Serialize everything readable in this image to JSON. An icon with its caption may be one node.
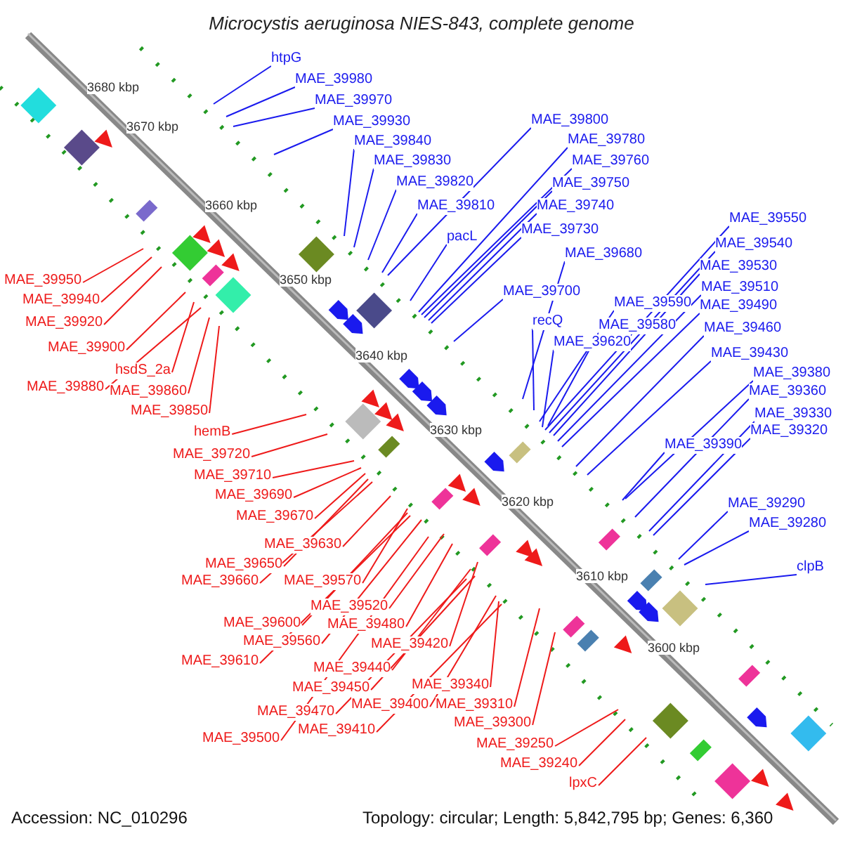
{
  "diagram": {
    "title": "Microcystis aeruginosa NIES-843, complete genome",
    "nodes": [
      {
        "text": [
          "htpG"
        ]
      },
      {
        "text": [
          "MAE_39980"
        ]
      },
      {
        "text": [
          "MAE_39970"
        ]
      },
      {
        "text": [
          "MAE_39930"
        ]
      },
      {
        "text": [
          "MAE_39800"
        ]
      },
      {
        "text": [
          "MAE_39840"
        ]
      },
      {
        "text": [
          "MAE_39780"
        ]
      },
      {
        "text": [
          "MAE_39830"
        ]
      },
      {
        "text": [
          "MAE_39760"
        ]
      },
      {
        "text": [
          "MAE_39820"
        ]
      },
      {
        "text": [
          "MAE_39750"
        ]
      },
      {
        "text": [
          "MAE_39810"
        ]
      },
      {
        "text": [
          "MAE_39740"
        ]
      },
      {
        "text": [
          "MAE_39730"
        ]
      },
      {
        "text": [
          "pacL"
        ]
      },
      {
        "text": [
          "MAE_39680"
        ]
      },
      {
        "text": [
          "MAE_39700"
        ]
      },
      {
        "text": [
          "recQ"
        ]
      },
      {
        "text": [
          "MAE_39620"
        ]
      },
      {
        "text": [
          "MAE_39550"
        ]
      },
      {
        "text": [
          "MAE_39540"
        ]
      },
      {
        "text": [
          "MAE_39530"
        ]
      },
      {
        "text": [
          "MAE_39510"
        ]
      },
      {
        "text": [
          "MAE_39590"
        ]
      },
      {
        "text": [
          "MAE_39490"
        ]
      },
      {
        "text": [
          "MAE_39580"
        ]
      },
      {
        "text": [
          "MAE_39460"
        ]
      },
      {
        "text": [
          "MAE_39430"
        ]
      },
      {
        "text": [
          "MAE_39380"
        ]
      },
      {
        "text": [
          "MAE_39360"
        ]
      },
      {
        "text": [
          "MAE_39330"
        ]
      },
      {
        "text": [
          "MAE_39320"
        ]
      },
      {
        "text": [
          "MAE_39390"
        ]
      },
      {
        "text": [
          "MAE_39290"
        ]
      },
      {
        "text": [
          "MAE_39280"
        ]
      },
      {
        "text": [
          "clpB"
        ]
      },
      {
        "text": [
          "MAE_39950"
        ]
      },
      {
        "text": [
          "MAE_39940"
        ]
      },
      {
        "text": [
          "MAE_39920"
        ]
      },
      {
        "text": [
          "MAE_39900"
        ]
      },
      {
        "text": [
          "hsdS_2a"
        ]
      },
      {
        "text": [
          "MAE_39880"
        ]
      },
      {
        "text": [
          "MAE_39860"
        ]
      },
      {
        "text": [
          "MAE_39850"
        ]
      },
      {
        "text": [
          "hemB"
        ]
      },
      {
        "text": [
          "MAE_39720"
        ]
      },
      {
        "text": [
          "MAE_39710"
        ]
      },
      {
        "text": [
          "MAE_39690"
        ]
      },
      {
        "text": [
          "MAE_39670"
        ]
      },
      {
        "text": [
          "MAE_39630"
        ]
      },
      {
        "text": [
          "MAE_39650"
        ]
      },
      {
        "text": [
          "MAE_39660"
        ]
      },
      {
        "text": [
          "MAE_39570"
        ]
      },
      {
        "text": [
          "MAE_39520"
        ]
      },
      {
        "text": [
          "MAE_39600"
        ]
      },
      {
        "text": [
          "MAE_39480"
        ]
      },
      {
        "text": [
          "MAE_39560"
        ]
      },
      {
        "text": [
          "MAE_39420"
        ]
      },
      {
        "text": [
          "MAE_39610"
        ]
      },
      {
        "text": [
          "MAE_39440"
        ]
      },
      {
        "text": [
          "MAE_39340"
        ]
      },
      {
        "text": [
          "MAE_39450"
        ]
      },
      {
        "text": [
          "MAE_39400"
        ]
      },
      {
        "text": [
          "MAE_39310"
        ]
      },
      {
        "text": [
          "MAE_39470"
        ]
      },
      {
        "text": [
          "MAE_39300"
        ]
      },
      {
        "text": [
          "MAE_39410"
        ]
      },
      {
        "text": [
          "MAE_39500"
        ]
      },
      {
        "text": [
          "MAE_39250"
        ]
      },
      {
        "text": [
          "MAE_39240"
        ]
      },
      {
        "text": [
          "lpxC"
        ]
      }
    ],
    "edges": [
      {
        "from": 0,
        "to": null,
        "arrow": "none"
      },
      {
        "from": 1,
        "to": null,
        "arrow": "none"
      },
      {
        "from": 2,
        "to": null,
        "arrow": "none"
      },
      {
        "from": 3,
        "to": null,
        "arrow": "none"
      },
      {
        "from": 4,
        "to": null,
        "arrow": "none"
      },
      {
        "from": 5,
        "to": null,
        "arrow": "none"
      },
      {
        "from": 6,
        "to": null,
        "arrow": "none"
      },
      {
        "from": 7,
        "to": null,
        "arrow": "none"
      },
      {
        "from": 8,
        "to": null,
        "arrow": "none"
      },
      {
        "from": 9,
        "to": null,
        "arrow": "none"
      },
      {
        "from": 10,
        "to": null,
        "arrow": "none"
      },
      {
        "from": 11,
        "to": null,
        "arrow": "none"
      },
      {
        "from": 12,
        "to": null,
        "arrow": "none"
      },
      {
        "from": 13,
        "to": null,
        "arrow": "none"
      },
      {
        "from": 14,
        "to": null,
        "arrow": "none"
      },
      {
        "from": 15,
        "to": null,
        "arrow": "none"
      },
      {
        "from": 16,
        "to": null,
        "arrow": "none"
      },
      {
        "from": 17,
        "to": null,
        "arrow": "none"
      },
      {
        "from": 18,
        "to": null,
        "arrow": "none"
      },
      {
        "from": 19,
        "to": null,
        "arrow": "none"
      },
      {
        "from": 20,
        "to": null,
        "arrow": "none"
      },
      {
        "from": 21,
        "to": null,
        "arrow": "none"
      },
      {
        "from": 22,
        "to": null,
        "arrow": "none"
      },
      {
        "from": 23,
        "to": null,
        "arrow": "none"
      },
      {
        "from": 24,
        "to": null,
        "arrow": "none"
      },
      {
        "from": 25,
        "to": null,
        "arrow": "none"
      },
      {
        "from": 26,
        "to": null,
        "arrow": "none"
      },
      {
        "from": 27,
        "to": null,
        "arrow": "none"
      },
      {
        "from": 28,
        "to": null,
        "arrow": "none"
      },
      {
        "from": 29,
        "to": null,
        "arrow": "none"
      },
      {
        "from": 30,
        "to": null,
        "arrow": "none"
      },
      {
        "from": 31,
        "to": null,
        "arrow": "none"
      },
      {
        "from": 32,
        "to": null,
        "arrow": "none"
      },
      {
        "from": 33,
        "to": null,
        "arrow": "none"
      },
      {
        "from": 34,
        "to": null,
        "arrow": "none"
      },
      {
        "from": 35,
        "to": null,
        "arrow": "none"
      },
      {
        "from": 36,
        "to": null,
        "arrow": "none",
        "color": "#ee1a1a"
      },
      {
        "from": 37,
        "to": null,
        "arrow": "none",
        "color": "#ee1a1a"
      },
      {
        "from": 38,
        "to": null,
        "arrow": "none",
        "color": "#ee1a1a"
      },
      {
        "from": 39,
        "to": null,
        "arrow": "none",
        "color": "#ee1a1a"
      },
      {
        "from": 40,
        "to": null,
        "arrow": "none",
        "color": "#ee1a1a"
      },
      {
        "from": 41,
        "to": null,
        "arrow": "none",
        "color": "#ee1a1a"
      },
      {
        "from": 42,
        "to": null,
        "arrow": "none",
        "color": "#ee1a1a"
      },
      {
        "from": 43,
        "to": null,
        "arrow": "none",
        "color": "#ee1a1a"
      },
      {
        "from": 44,
        "to": null,
        "arrow": "none",
        "color": "#ee1a1a"
      },
      {
        "from": 45,
        "to": null,
        "arrow": "none",
        "color": "#ee1a1a"
      },
      {
        "from": 46,
        "to": null,
        "arrow": "none",
        "color": "#ee1a1a"
      },
      {
        "from": 47,
        "to": null,
        "arrow": "none",
        "color": "#ee1a1a"
      },
      {
        "from": 48,
        "to": null,
        "arrow": "none",
        "color": "#ee1a1a"
      },
      {
        "from": 49,
        "to": null,
        "arrow": "none",
        "color": "#ee1a1a"
      },
      {
        "from": 50,
        "to": null,
        "arrow": "none",
        "color": "#ee1a1a"
      },
      {
        "from": 51,
        "to": null,
        "arrow": "none",
        "color": "#ee1a1a"
      },
      {
        "from": 52,
        "to": null,
        "arrow": "none",
        "color": "#ee1a1a"
      },
      {
        "from": 53,
        "to": null,
        "arrow": "none",
        "color": "#ee1a1a"
      },
      {
        "from": 54,
        "to": null,
        "arrow": "none",
        "color": "#ee1a1a"
      },
      {
        "from": 55,
        "to": null,
        "arrow": "none",
        "color": "#ee1a1a"
      },
      {
        "from": 56,
        "to": null,
        "arrow": "none",
        "color": "#ee1a1a"
      },
      {
        "from": 57,
        "to": null,
        "arrow": "none",
        "color": "#ee1a1a"
      },
      {
        "from": 58,
        "to": null,
        "arrow": "none",
        "color": "#ee1a1a"
      },
      {
        "from": 59,
        "to": null,
        "arrow": "none",
        "color": "#ee1a1a"
      },
      {
        "from": 60,
        "to": null,
        "arrow": "none",
        "color": "#ee1a1a"
      },
      {
        "from": 61,
        "to": null,
        "arrow": "none",
        "color": "#ee1a1a"
      },
      {
        "from": 62,
        "to": null,
        "arrow": "none",
        "color": "#ee1a1a"
      },
      {
        "from": 63,
        "to": null,
        "arrow": "none",
        "color": "#ee1a1a"
      },
      {
        "from": 64,
        "to": null,
        "arrow": "none",
        "color": "#ee1a1a"
      },
      {
        "from": 65,
        "to": null,
        "arrow": "none",
        "color": "#ee1a1a"
      },
      {
        "from": 66,
        "to": null,
        "arrow": "none",
        "color": "#ee1a1a"
      },
      {
        "from": 67,
        "to": null,
        "arrow": "none",
        "color": "#ee1a1a"
      },
      {
        "from": 68,
        "to": null,
        "arrow": "none",
        "color": "#ee1a1a"
      },
      {
        "from": 69,
        "to": null,
        "arrow": "none",
        "color": "#ee1a1a"
      },
      {
        "from": 70,
        "to": null,
        "arrow": "none",
        "color": "#ee1a1a"
      }
    ],
    "labels": [
      "3680 kbp",
      "3670 kbp",
      "3660 kbp",
      "3650 kbp",
      "3640 kbp",
      "3630 kbp",
      "3620 kbp",
      "3610 kbp",
      "3600 kbp",
      "Accession: NC_010296",
      "Topology: circular; Length: 5,842,795 bp; Genes: 6,360"
    ]
  }
}
